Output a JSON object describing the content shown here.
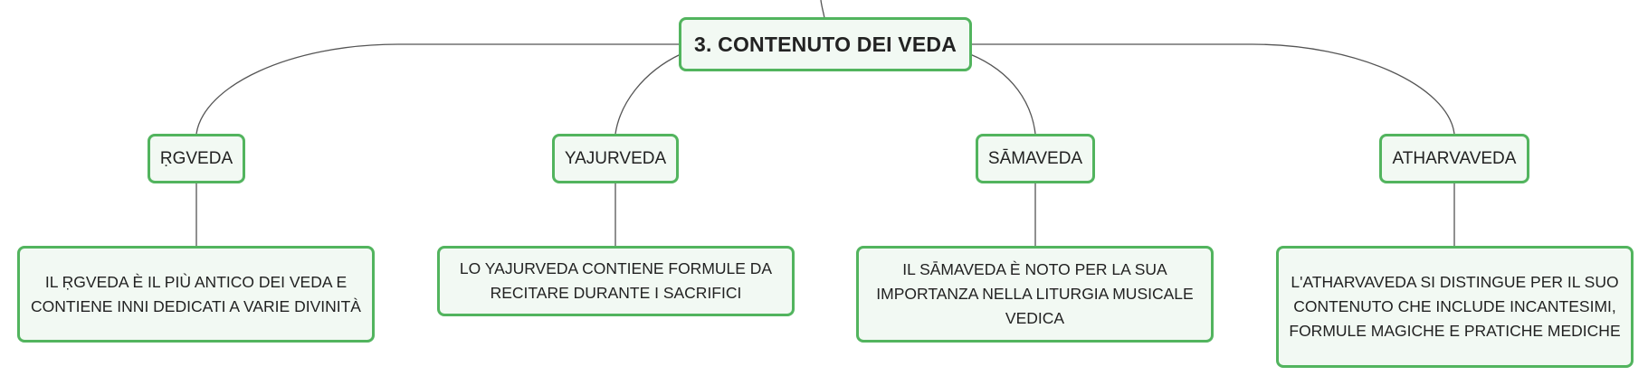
{
  "colors": {
    "border": "#52b45e",
    "fill": "#f2f9f3",
    "line": "#555555",
    "text": "#222222"
  },
  "root": {
    "label": "3. CONTENUTO DEI VEDA"
  },
  "branches": [
    {
      "label": "ṚGVEDA",
      "description": "IL ṚGVEDA È IL PIÙ ANTICO DEI VEDA E CONTIENE INNI DEDICATI A VARIE DIVINITÀ"
    },
    {
      "label": "YAJURVEDA",
      "description": "LO YAJURVEDA CONTIENE FORMULE DA RECITARE DURANTE I SACRIFICI"
    },
    {
      "label": "SĀMAVEDA",
      "description": "IL SĀMAVEDA È NOTO PER LA SUA IMPORTANZA NELLA LITURGIA MUSICALE VEDICA"
    },
    {
      "label": "ATHARVAVEDA",
      "description": "L'ATHARVAVEDA SI DISTINGUE PER IL SUO CONTENUTO CHE INCLUDE INCANTESIMI, FORMULE MAGICHE E PRATICHE MEDICHE"
    }
  ]
}
